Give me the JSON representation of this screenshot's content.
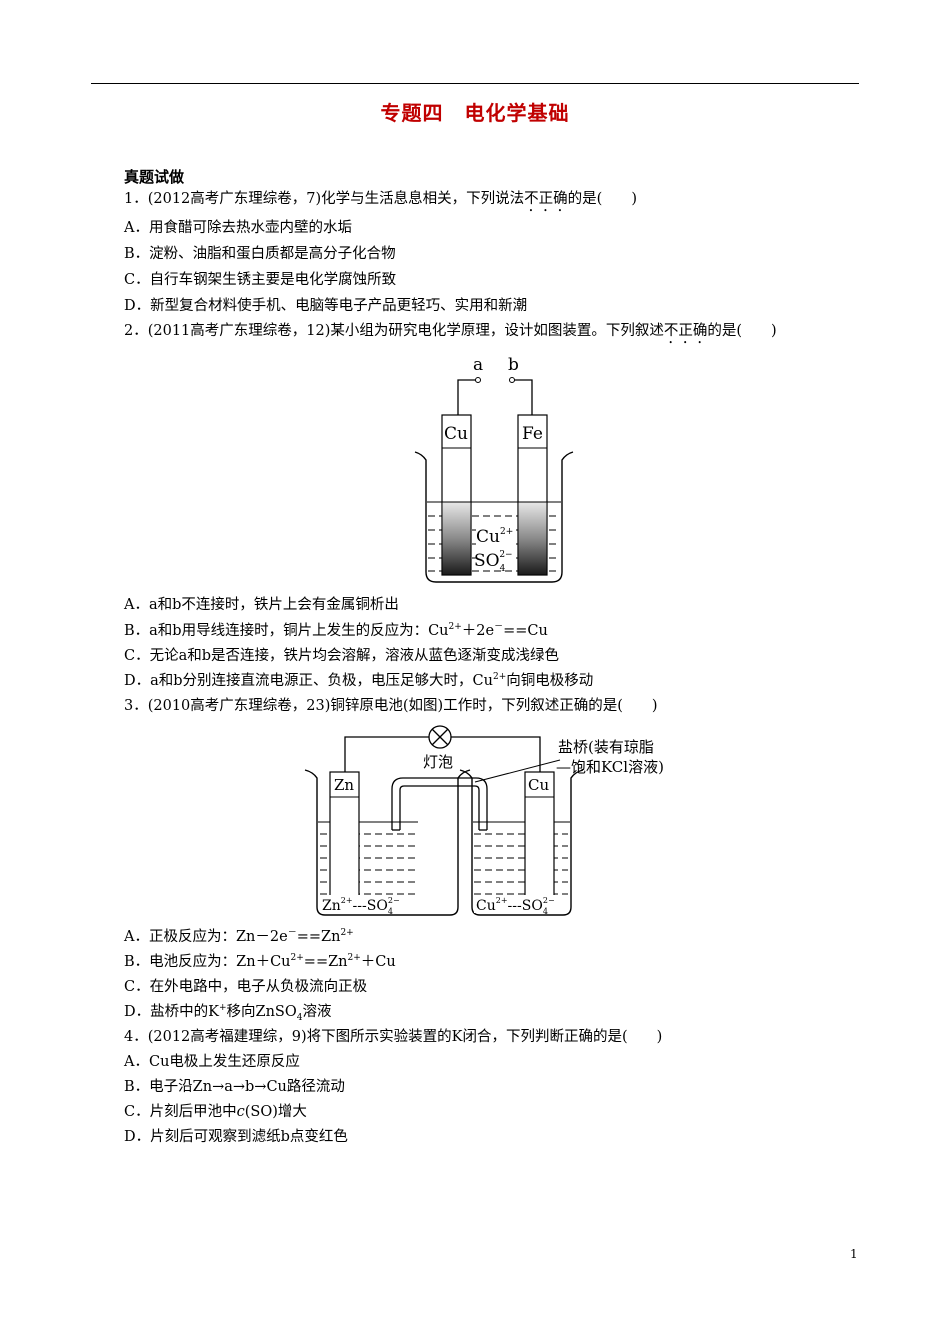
{
  "title": "专题四　电化学基础",
  "section": "真题试做",
  "q1": {
    "stem": "1．(2012高考广东理综卷，7)化学与生活息息相关，下列说法",
    "emph": "不正确",
    "tail": "的是(　　)",
    "options": [
      "A．用食醋可除去热水壶内壁的水垢",
      "B．淀粉、油脂和蛋白质都是高分子化合物",
      "C．自行车钢架生锈主要是电化学腐蚀所致",
      "D．新型复合材料使手机、电脑等电子产品更轻巧、实用和新潮"
    ]
  },
  "q2": {
    "stem": "2．(2011高考广东理综卷，12)某小组为研究电化学原理，设计如图装置。下列叙述",
    "emph": "不正确",
    "tail": "的是(　　)",
    "figure": {
      "label_a": "a",
      "label_b": "b",
      "electrode_left": "Cu",
      "electrode_right": "Fe",
      "ion1": "Cu",
      "ion1_charge": "2+",
      "ion2": "SO",
      "ion2_sub": "4",
      "ion2_charge": "2−"
    },
    "optA": "A．a和b不连接时，铁片上会有金属铜析出",
    "optB_pre": "B．a和b用导线连接时，铜片上发生的反应为：Cu",
    "optB_sup1": "2+",
    "optB_mid": "＋2e",
    "optB_sup2": "－",
    "optB_post": "==Cu",
    "optC": "C．无论a和b是否连接，铁片均会溶解，溶液从蓝色逐渐变成浅绿色",
    "optD_pre": "D．a和b分别连接直流电源正、负极，电压足够大时，Cu",
    "optD_sup": "2+",
    "optD_post": "向铜电极移动"
  },
  "q3": {
    "stem": "3．(2010高考广东理综卷，23)铜锌原电池(如图)工作时，下列叙述正确的是(　　)",
    "figure": {
      "lamp": "灯泡",
      "bridge1": "盐桥(装有琼脂",
      "bridge2": "—饱和KCl溶液)",
      "electrode_left": "Zn",
      "electrode_right": "Cu",
      "left_ion": "Zn",
      "left_ion_charge": "2+",
      "right_ion": "Cu",
      "right_ion_charge": "2+",
      "anion": "SO",
      "anion_sub": "4",
      "anion_charge": "2−"
    },
    "optA_pre": "A．正极反应为：Zn－2e",
    "optA_sup1": "－",
    "optA_mid": "==Zn",
    "optA_sup2": "2+",
    "optB_pre": "B．电池反应为：Zn＋Cu",
    "optB_sup1": "2+",
    "optB_mid": "==Zn",
    "optB_sup2": "2+",
    "optB_post": "＋Cu",
    "optC": "C．在外电路中，电子从负极流向正极",
    "optD_pre": "D．盐桥中的K",
    "optD_sup": "+",
    "optD_mid": "移向ZnSO",
    "optD_sub": "4",
    "optD_post": "溶液"
  },
  "q4": {
    "stem": "4．(2012高考福建理综，9)将下图所示实验装置的K闭合，下列判断正确的是(　　)",
    "optA": "A．Cu电极上发生还原反应",
    "optB": "B．电子沿Zn→a→b→Cu路径流动",
    "optC_pre": "C．片刻后甲池中",
    "optC_ital": "c",
    "optC_post": "(SO)增大",
    "optD": "D．片刻后可观察到滤纸b点变红色"
  },
  "page_number": "1"
}
